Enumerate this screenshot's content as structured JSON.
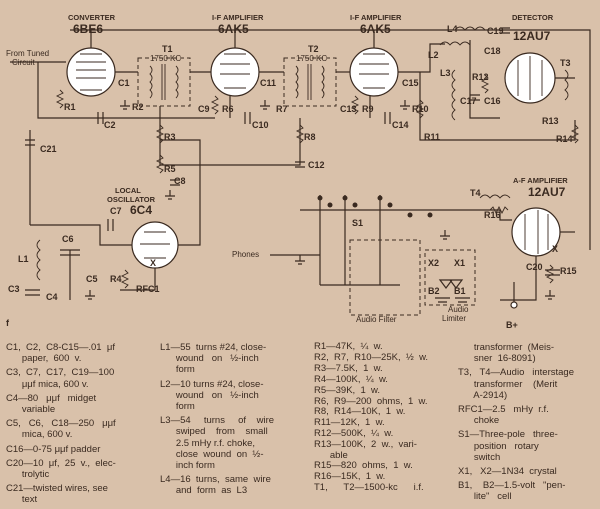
{
  "diagram": {
    "stage_labels": {
      "converter": "CONVERTER",
      "if_amp_1": "I-F AMPLIFIER",
      "if_amp_2": "I-F AMPLIFIER",
      "detector": "DETECTOR",
      "local_osc": "LOCAL\nOSCILLATOR",
      "af_amp": "A-F AMPLIFIER"
    },
    "tubes": {
      "v1": "6BE6",
      "v2": "6AK5",
      "v3": "6AK5",
      "v4": "12AU7",
      "v5": "6C4",
      "v6": "12AU7"
    },
    "transformers": {
      "t1": "T1",
      "t1_freq": "1750 KC",
      "t2": "T2",
      "t2_freq": "1750 KC",
      "t3": "T3",
      "t4": "T4"
    },
    "inputs": {
      "from_tuned_1": "From Tuned",
      "from_tuned_2": "Circuit",
      "phones": "Phones",
      "bplus": "B+"
    },
    "boxes": {
      "audio_filter": "Audio Filter",
      "audio_limiter_1": "Audio",
      "audio_limiter_2": "Limiter"
    },
    "components": {
      "c1": "C1",
      "c2": "C2",
      "c3": "C3",
      "c4": "C4",
      "c5": "C5",
      "c6": "C6",
      "c7": "C7",
      "c8": "C8",
      "c9": "C9",
      "c10": "C10",
      "c11": "C11",
      "c12": "C12",
      "c13": "C13",
      "c14": "C14",
      "c15": "C15",
      "c16": "C16",
      "c17": "C17",
      "c18": "C18",
      "c19": "C19",
      "c20": "C20",
      "c21": "C21",
      "r1": "R1",
      "r2": "R2",
      "r3": "R3",
      "r4": "R4",
      "r5": "R5",
      "r6": "R6",
      "r7": "R7",
      "r8": "R8",
      "r9": "R9",
      "r10": "R10",
      "r11": "R11",
      "r12": "R12",
      "r13": "R13",
      "r14": "R14",
      "r15": "R15",
      "r16": "R16",
      "l1": "L1",
      "l2": "L2",
      "l3": "L3",
      "l4": "L4",
      "rfc1": "RFC1",
      "s1": "S1",
      "x1": "X1",
      "x2": "X2",
      "b1": "B1",
      "b2": "B2",
      "x": "X",
      "x_b": "X",
      "f": "f"
    }
  },
  "parts_list": {
    "col1": [
      "C1,  C2,  C8-C15—.01  μf\n      paper,  600  v.",
      "C3,  C7,  C17,  C19—100\n      μμf mica, 600 v.",
      "C4—80   μμf   midget\n      variable",
      "C5,   C6,   C18—250   μμf\n      mica, 600 v.",
      "C16—0-75 μμf padder",
      "C20—10  μf,  25  v.,  elec-\n      trolytic",
      "C21—twisted wires, see\n      text"
    ],
    "col2": [
      "L1—55  turns #24, close-\n      wound   on   ½-inch\n      form",
      "L2—10 turns #24, close-\n      wound   on   ½-inch\n      form",
      "L3—54     turns     of    wire\n      swiped    from    small\n      2.5 mHy r.f. choke,\n      close  wound  on  ½-\n      inch form",
      "L4—16  turns,  same  wire\n      and  form  as  L3"
    ],
    "col3": [
      "R1—47K,  ¼  w.",
      "R2,  R7,  R10—25K,  ½  w.",
      "R3—7.5K,  1  w.",
      "R4—100K,  ¼  w.",
      "R5—39K,  1  w.",
      "R6,  R9—200  ohms,  1  w.",
      "R8,  R14—10K,  1  w.",
      "R11—12K,  1  w.",
      "R12—500K,  ¼  w.",
      "R13—100K,  2  w.,  vari-\n      able",
      "R15—820  ohms,  1  w.",
      "R16—15K,  1  w.",
      "T1,      T2—1500-kc      i.f."
    ],
    "col4": [
      "      transformer  (Meis-\n      sner  16-8091)",
      "T3,   T4—Audio   interstage\n      transformer    (Merit\n      A-2914)",
      "RFC1—2.5   mHy  r.f.\n      choke",
      "S1—Three-pole   three-\n      position   rotary\n      switch",
      "X1,   X2—1N34  crystal",
      "B1,    B2—1.5-volt   \"pen-\n      lite\"   cell"
    ]
  }
}
